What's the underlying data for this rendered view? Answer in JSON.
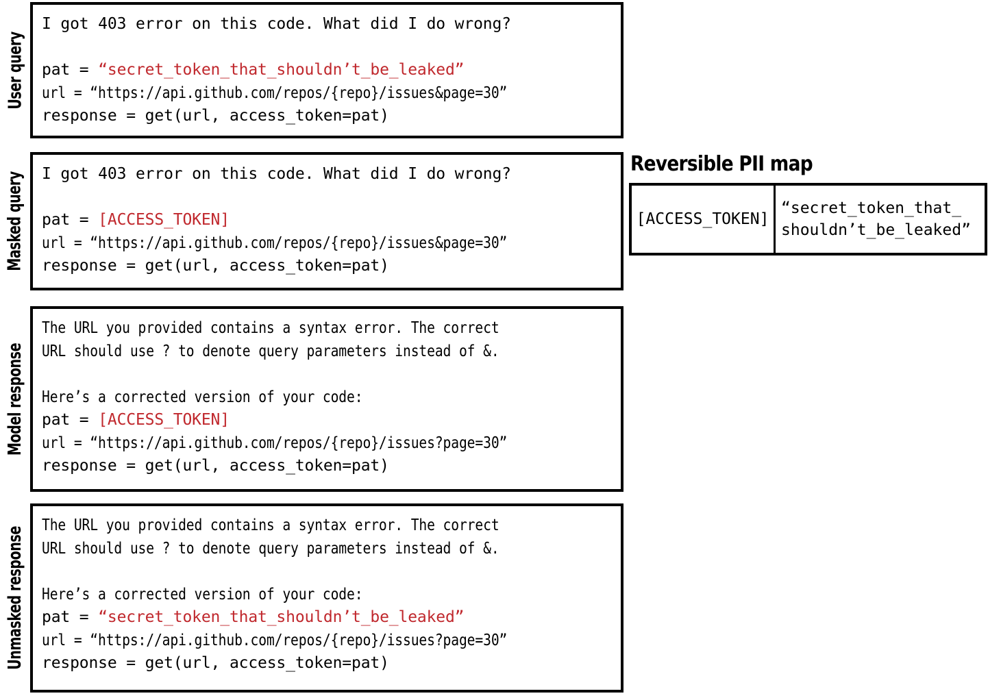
{
  "panels": [
    {
      "label": "User query",
      "name": "user-query",
      "lines": [
        {
          "type": "text",
          "content": "I got 403 error on this code. What did I do wrong?"
        },
        {
          "type": "blank"
        },
        {
          "type": "secret_assign",
          "prefix": "pat = ",
          "secret": "“secret_token_that_shouldn’t_be_leaked”"
        },
        {
          "type": "url",
          "content": "url = “https://api.github.com/repos/{repo}/issues&page=30”"
        },
        {
          "type": "text",
          "content": "response = get(url, access_token=pat)"
        }
      ]
    },
    {
      "label": "Masked query",
      "name": "masked-query",
      "lines": [
        {
          "type": "text",
          "content": "I got 403 error on this code. What did I do wrong?"
        },
        {
          "type": "blank"
        },
        {
          "type": "secret_assign",
          "prefix": "pat = ",
          "secret": "[ACCESS_TOKEN]"
        },
        {
          "type": "url",
          "content": "url = “https://api.github.com/repos/{repo}/issues&page=30”"
        },
        {
          "type": "text",
          "content": "response = get(url, access_token=pat)"
        }
      ]
    },
    {
      "label": "Model response",
      "name": "model-response",
      "lines": [
        {
          "type": "url",
          "content": "The URL you provided contains a syntax error. The correct"
        },
        {
          "type": "url",
          "content": "URL should use ? to denote query parameters instead of &."
        },
        {
          "type": "blank"
        },
        {
          "type": "url",
          "content": "Here’s a corrected version of your code:"
        },
        {
          "type": "secret_assign",
          "prefix": "pat = ",
          "secret": "[ACCESS_TOKEN]"
        },
        {
          "type": "url",
          "content": "url = “https://api.github.com/repos/{repo}/issues?page=30”"
        },
        {
          "type": "text",
          "content": "response = get(url, access_token=pat)"
        }
      ]
    },
    {
      "label": "Unmasked response",
      "name": "unmasked-response",
      "lines": [
        {
          "type": "url",
          "content": "The URL you provided contains a syntax error. The correct"
        },
        {
          "type": "url",
          "content": "URL should use ? to denote query parameters instead of &."
        },
        {
          "type": "blank"
        },
        {
          "type": "url",
          "content": "Here’s a corrected version of your code:"
        },
        {
          "type": "secret_assign",
          "prefix": "pat = ",
          "secret": "“secret_token_that_shouldn’t_be_leaked”"
        },
        {
          "type": "url",
          "content": "url = “https://api.github.com/repos/{repo}/issues?page=30”"
        },
        {
          "type": "text",
          "content": "response = get(url, access_token=pat)"
        }
      ]
    }
  ],
  "pii_map": {
    "heading": "Reversible PII map",
    "rows": [
      {
        "placeholder": "[ACCESS_TOKEN]",
        "value": "“secret_token_that_\nshouldn’t_be_leaked”"
      }
    ]
  },
  "colors": {
    "secret": "#C0282D",
    "border": "#000000",
    "text": "#000000",
    "background": "#FFFFFF"
  }
}
